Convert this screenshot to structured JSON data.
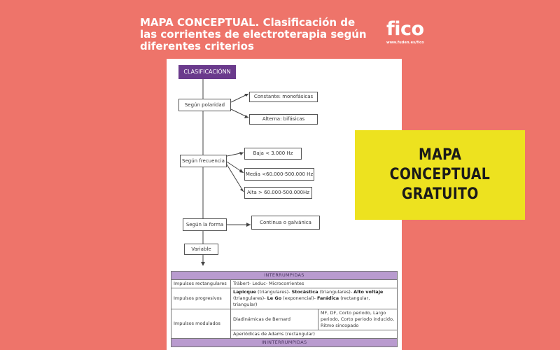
{
  "header": {
    "title": "MAPA CONCEPTUAL. Clasificación de las corrientes de electroterapia según diferentes criterios"
  },
  "logo": {
    "word": "fico",
    "url": "www.fuden.es/fico"
  },
  "concept_map": {
    "root": "CLASIFICACIÓNN",
    "polaridad": {
      "label": "Según polaridad",
      "children": [
        "Constante: monofásicas",
        "Alterna: bifásicas"
      ]
    },
    "frecuencia": {
      "label": "Según frecuencia",
      "children": [
        "Baja < 3.000 Hz",
        "Media <60.000-500.000 Hz",
        "Alta > 60.000-500.000Hz"
      ]
    },
    "forma": {
      "label": "Según la forma",
      "children": [
        "Continua o galvánica"
      ]
    },
    "variable": "Variable"
  },
  "table": {
    "band_interrumpidas": "INTERRUMPIDAS",
    "rect": {
      "label": "Impulsos rectangulares",
      "value": "Träbert- Leduc- Microcorrientes"
    },
    "prog": {
      "label": "Impulsos progresivos",
      "lapicque": "Lapicque",
      "lapicque_note": " (triangulares)- ",
      "stocastica": "Stocástica",
      "stocastica_note": " (triangulares)- ",
      "alto": "Alto voltaje",
      "line2_pre": "(triangulares)- ",
      "lego": "Le Go",
      "lego_note": " (exponencial)- ",
      "faradica": "Farádica",
      "faradica_note": " (rectangular, triangular)"
    },
    "mod": {
      "label": "Impulsos modulados",
      "diad": "Diadinámicas de Bernard",
      "diad_detail": "MF, DF, Corto periodo, Largo periodo, Corto periodo inducido, Ritmo sincopado",
      "aperiodicas": "Aperiódicas de Adams (rectangular)"
    },
    "band_ininterrumpidas": "ININTERRUMPIDAS"
  },
  "badge": {
    "line1": "MAPA",
    "line2": "CONCEPTUAL",
    "line3": "GRATUITO"
  },
  "colors": {
    "background": "#ee746a",
    "badge": "#ede21f",
    "root_box": "#6a3a8c",
    "table_band": "#b99bcf"
  }
}
